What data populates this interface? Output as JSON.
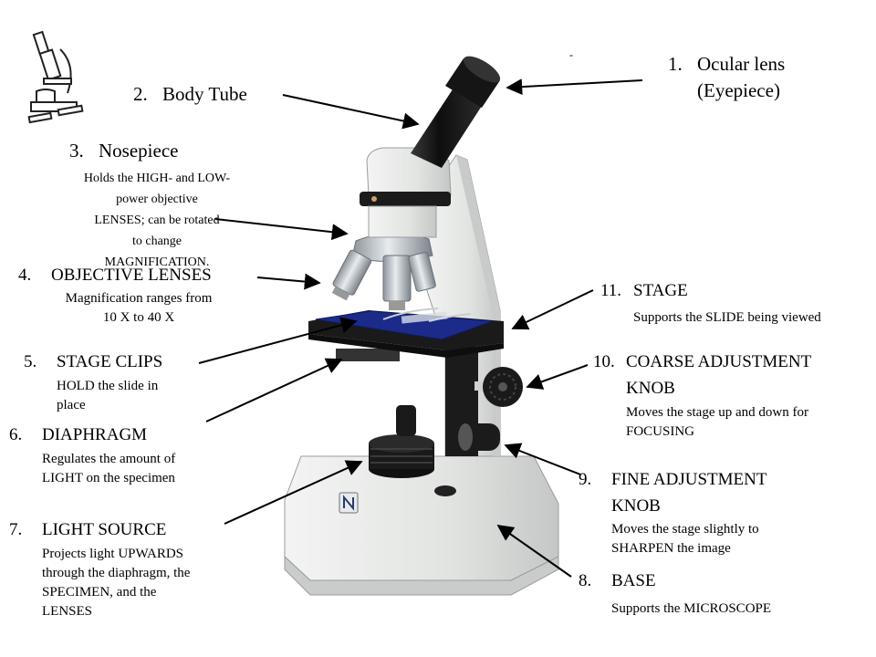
{
  "dash_mark": "-",
  "labels": {
    "ocular": {
      "num": "1.",
      "line1": "Ocular lens",
      "line2": "(Eyepiece)"
    },
    "body_tube": {
      "num": "2.",
      "text": "Body Tube"
    },
    "nosepiece": {
      "num": "3.",
      "text": "Nosepiece",
      "desc": [
        "Holds the HIGH- and LOW-",
        "power objective",
        "LENSES; can be rotated",
        "to change",
        "MAGNIFICATION."
      ]
    },
    "objective": {
      "num": "4.",
      "text": "OBJECTIVE LENSES",
      "desc": [
        "Magnification ranges from",
        "10 X to 40 X"
      ]
    },
    "stage_clips": {
      "num": "5.",
      "text": "STAGE CLIPS",
      "desc": [
        "HOLD the slide in",
        "place"
      ]
    },
    "diaphragm": {
      "num": "6.",
      "text": "DIAPHRAGM",
      "desc": [
        "Regulates the amount of",
        "LIGHT on the specimen"
      ]
    },
    "light_source": {
      "num": "7.",
      "text": "LIGHT SOURCE",
      "desc": [
        "Projects light UPWARDS",
        "through the diaphragm, the",
        "SPECIMEN, and the",
        "LENSES"
      ]
    },
    "base": {
      "num": "8.",
      "text": "BASE",
      "desc": "Supports the MICROSCOPE"
    },
    "fine": {
      "num": "9.",
      "line1": "FINE ADJUSTMENT",
      "line2": "KNOB",
      "desc": [
        "Moves the stage slightly to",
        "SHARPEN the image"
      ]
    },
    "coarse": {
      "num": "10.",
      "line1": "COARSE ADJUSTMENT",
      "line2": "KNOB",
      "desc": [
        "Moves the stage up and down for",
        "FOCUSING"
      ]
    },
    "stage": {
      "num": "11.",
      "text": "STAGE",
      "desc": "Supports the SLIDE being viewed"
    }
  },
  "colors": {
    "body": "#e6e8e6",
    "shadow": "#b9bcba",
    "dark": "#1a1a1a",
    "stage_blue": "#1c2a8a",
    "metal": "#aeb4ba",
    "line": "#000000"
  },
  "icons": {
    "clipart": "microscope-clipart-icon",
    "logo": "brand-logo-icon"
  }
}
